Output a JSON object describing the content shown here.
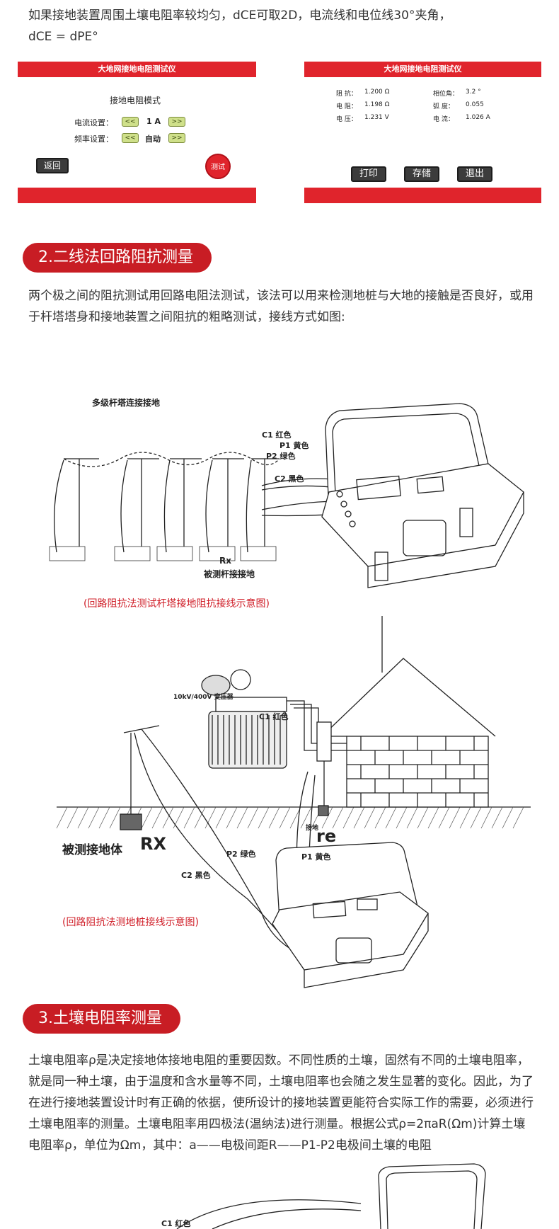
{
  "intro": {
    "line1": "如果接地装置周围土壤电阻率较均匀，dCE可取2D，电流线和电位线30°夹角，",
    "line2": "dCE = dPE°"
  },
  "screen_left": {
    "header": "大地网接地电阻测试仪",
    "mode_title": "接地电阻模式",
    "current_label": "电流设置：",
    "current_value": "1  A",
    "freq_label": "频率设置：",
    "freq_value": "自动",
    "left_arrow": "<<",
    "right_arrow": ">>",
    "back_button": "返回",
    "test_button": "测试"
  },
  "screen_right": {
    "header": "大地网接地电阻测试仪",
    "rows": [
      {
        "l_label": "阻  抗：",
        "l_value": "1.200 Ω",
        "r_label": "相位角：",
        "r_value": "3.2 °"
      },
      {
        "l_label": "电  阻：",
        "l_value": "1.198 Ω",
        "r_label": "弧  度：",
        "r_value": "0.055"
      },
      {
        "l_label": "电  压：",
        "l_value": "1.231 V",
        "r_label": "电  流：",
        "r_value": "1.026 A"
      }
    ],
    "print_button": "打印",
    "save_button": "存储",
    "exit_button": "退出"
  },
  "section2": {
    "title": "2.二线法回路阻抗测量",
    "para": "两个极之间的阻抗测试用回路电阻法测试，该法可以用来检测地桩与大地的接触是否良好，或用于杆塔塔身和接地装置之间阻抗的粗略测试，接线方式如图:",
    "fig1": {
      "title": "多级杆塔连接接地",
      "c1": "C1 红色",
      "p1": "P1 黄色",
      "p2": "P2 绿色",
      "c2": "C2 黑色",
      "rx": "Rx",
      "rx_desc": "被测杆接接地",
      "caption": "(回路阻抗法测试杆塔接地阻抗接线示意图)"
    },
    "fig2": {
      "transformer": "10kV/400V 变压器",
      "c1": "C1 红色",
      "ground": "接地",
      "object": "被测接地体",
      "rx": "RX",
      "re": "re",
      "p2": "P2 绿色",
      "p1": "P1 黄色",
      "c2": "C2 黑色",
      "caption": "(回路阻抗法测地桩接线示意图)"
    }
  },
  "section3": {
    "title": "3.土壤电阻率测量",
    "para": "土壤电阻率ρ是决定接地体接地电阻的重要因数。不同性质的土壤，固然有不同的土壤电阻率，就是同一种土壤，由于温度和含水量等不同，土壤电阻率也会随之发生显著的变化。因此，为了在进行接地装置设计时有正确的依据，使所设计的接地装置更能符合实际工作的需要，必须进行土壤电阻率的测量。土壤电阻率用四极法(温纳法)进行测量。根据公式ρ=2πaR(Ωm)计算土壤电阻率ρ，单位为Ωm，其中：a——电极间距R——P1-P2电极间土壤的电阻",
    "fig3_c1": "C1 红色"
  }
}
